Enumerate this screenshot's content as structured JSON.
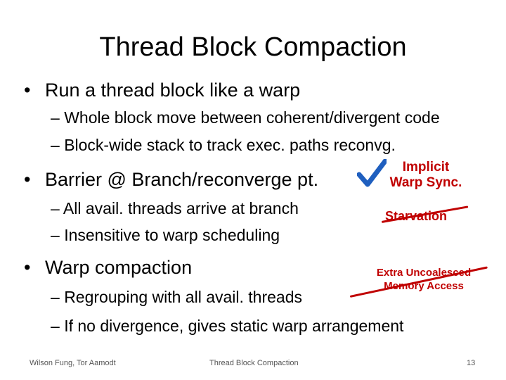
{
  "title": "Thread Block Compaction",
  "bullets": [
    {
      "marker": "•",
      "text": "Run a thread block like a warp",
      "sub": [
        {
          "marker": "–",
          "text": "Whole block move between coherent/divergent code"
        },
        {
          "marker": "–",
          "text": "Block-wide stack to track exec. paths reconvg."
        }
      ]
    },
    {
      "marker": "•",
      "text": "Barrier @ Branch/reconverge pt.",
      "sub": [
        {
          "marker": "–",
          "text": "All avail. threads arrive at branch"
        },
        {
          "marker": "–",
          "text": "Insensitive to warp scheduling"
        }
      ]
    },
    {
      "marker": "•",
      "text": "Warp compaction",
      "sub": [
        {
          "marker": "–",
          "text": "Regrouping with all avail. threads"
        },
        {
          "marker": "–",
          "text": "If no divergence, gives static warp arrangement"
        }
      ]
    }
  ],
  "annotations": {
    "implicit_line1": "Implicit",
    "implicit_line2": "Warp Sync.",
    "starvation": "Starvation",
    "extra_line1": "Extra Uncoalesced",
    "extra_line2": "Memory Access"
  },
  "footer": {
    "authors": "Wilson Fung, Tor Aamodt",
    "center": "Thread Block Compaction",
    "page": "13"
  },
  "colors": {
    "accent": "#c00000",
    "checkmark": "#1f5fbf",
    "text": "#000000"
  },
  "icons": {
    "checkmark": "check-icon"
  }
}
